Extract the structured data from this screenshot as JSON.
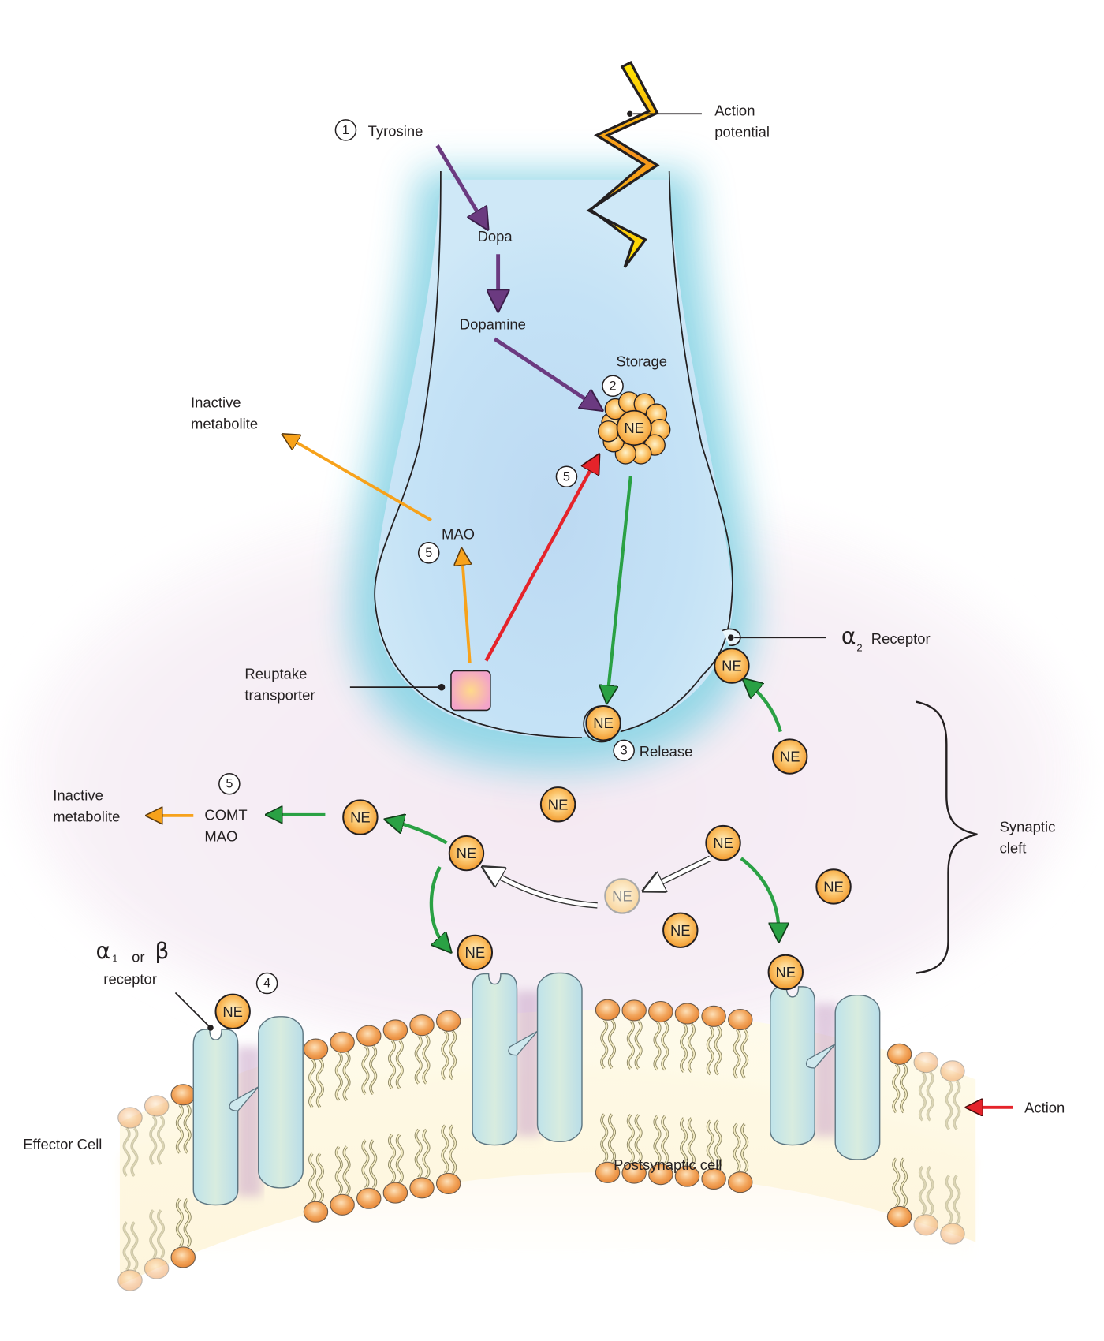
{
  "title": "Noradrenergic synapse: synthesis, storage, release, receptor action and inactivation of norepinephrine",
  "colors": {
    "synthesis_arrow": "#6b3a80",
    "metabolism_arrow": "#f7a21b",
    "reuptake_arrow": "#e5232a",
    "release_arrow": "#2aa144",
    "ne_fill": "#f6a23a",
    "axon_outline": "#8fd6e6",
    "transporter": "#f3a6c8",
    "lightning_fill": "#ffcc00",
    "action_arrow": "#e5232a"
  },
  "labels": {
    "tyrosine": "Tyrosine",
    "dopa": "Dopa",
    "dopamine": "Dopamine",
    "storage": "Storage",
    "action_potential_line1": "Action",
    "action_potential_line2": "potential",
    "inactive_metabolite_top_line1": "Inactive",
    "inactive_metabolite_top_line2": "metabolite",
    "mao_top": "MAO",
    "reuptake_line1": "Reuptake",
    "reuptake_line2": "transporter",
    "release": "Release",
    "alpha2_symbol": "α",
    "alpha2_sub": "2",
    "alpha2_text": "Receptor",
    "inactive_metabolite_left_line1": "Inactive",
    "inactive_metabolite_left_line2": "metabolite",
    "comt": "COMT",
    "mao_left": "MAO",
    "synaptic_cleft_line1": "Synaptic",
    "synaptic_cleft_line2": "cleft",
    "alpha1_symbol": "α",
    "alpha1_sub": "1",
    "alpha1_or": "or",
    "beta_symbol": "β",
    "receptor": "receptor",
    "effector_cell": "Effector Cell",
    "postsynaptic_cell": "Postsynaptic cell",
    "action": "Action"
  },
  "steps": {
    "synthesis": "1",
    "storage": "2",
    "release": "3",
    "receptor_binding": "4",
    "inactivation": "5"
  },
  "ne_label": "NE",
  "icons": {
    "action_potential": "lightning-bolt-icon",
    "vesicle": "vesicle-cluster-icon",
    "transporter": "reuptake-transporter-icon",
    "receptor": "membrane-receptor-icon",
    "brace": "curly-brace-icon"
  }
}
